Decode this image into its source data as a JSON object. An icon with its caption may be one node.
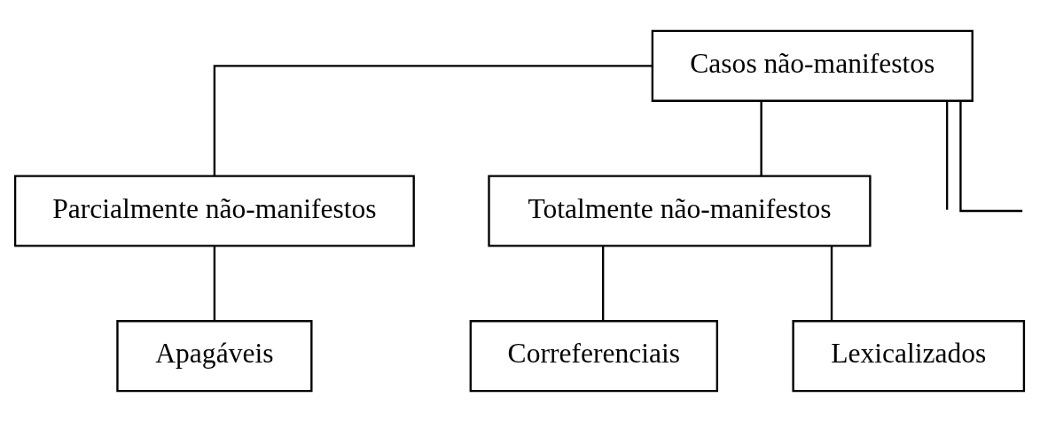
{
  "diagram": {
    "nodes": [
      {
        "text": [
          "Casos não-manifestos"
        ]
      },
      {
        "text": [
          "Parcialmente não-manifestos"
        ]
      },
      {
        "text": [
          "Totalmente não-manifestos"
        ]
      },
      {
        "text": [
          "Apagáveis"
        ]
      },
      {
        "text": [
          "Correferenciais"
        ]
      },
      {
        "text": [
          "Lexicalizados"
        ]
      }
    ],
    "edges": [
      {
        "from": 0,
        "to": null,
        "arrow": "none"
      },
      {
        "from": 0,
        "to": 1,
        "arrow": "none"
      },
      {
        "from": 0,
        "to": 2,
        "arrow": "none"
      },
      {
        "from": 0,
        "to": null,
        "arrow": "none"
      },
      {
        "from": 1,
        "to": 3,
        "arrow": "none"
      },
      {
        "from": 2,
        "to": 4,
        "arrow": "none"
      },
      {
        "from": 2,
        "to": 5,
        "arrow": "none"
      }
    ]
  }
}
